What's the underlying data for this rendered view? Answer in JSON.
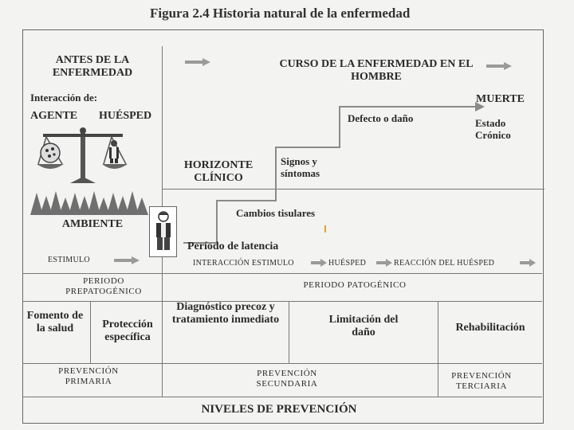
{
  "title": "Figura 2.4 Historia natural de la enfermedad",
  "antes": "ANTES DE LA ENFERMEDAD",
  "curso": "CURSO DE LA ENFERMEDAD EN EL HOMBRE",
  "interaccion": "Interacción de:",
  "agente": "AGENTE",
  "huesped": "HUÉSPED",
  "ambiente": "AMBIENTE",
  "muerte": "MUERTE",
  "defecto": "Defecto o daño",
  "estado_cronico": "Estado Crónico",
  "horizonte": "HORIZONTE CLÍNICO",
  "signos": "Signos y síntomas",
  "cambios": "Cambios tisulares",
  "latencia": "Período de latencia",
  "estimulo": "ESTIMULO",
  "chain": {
    "interaccion": "INTERACCIÓN ESTIMULO",
    "huesped": "HUÉSPED",
    "reaccion": "REACCIÓN DEL HUÉSPED"
  },
  "periodo_pre": "PERIODO PREPATOGÉNICO",
  "periodo_pat": "PERIODO PATOGÉNICO",
  "measures": {
    "fomento": "Fomento de la salud",
    "proteccion": "Protección específica",
    "diagnostico": "Diagnóstico precoz y tratamiento inmediato",
    "limitacion": "Limitación del daño",
    "rehabilitacion": "Rehabilitación"
  },
  "prevencion": {
    "primaria": "PREVENCIÓN PRIMARIA",
    "secundaria": "PREVENCIÓN SECUNDARIA",
    "terciaria": "PREVENCIÓN TERCIARIA"
  },
  "niveles": "NIVELES DE PREVENCIÓN",
  "colors": {
    "line": "#777777",
    "arrow": "#9a9a9a",
    "forest": "#6f6f6f",
    "accent": "#e0a030"
  }
}
